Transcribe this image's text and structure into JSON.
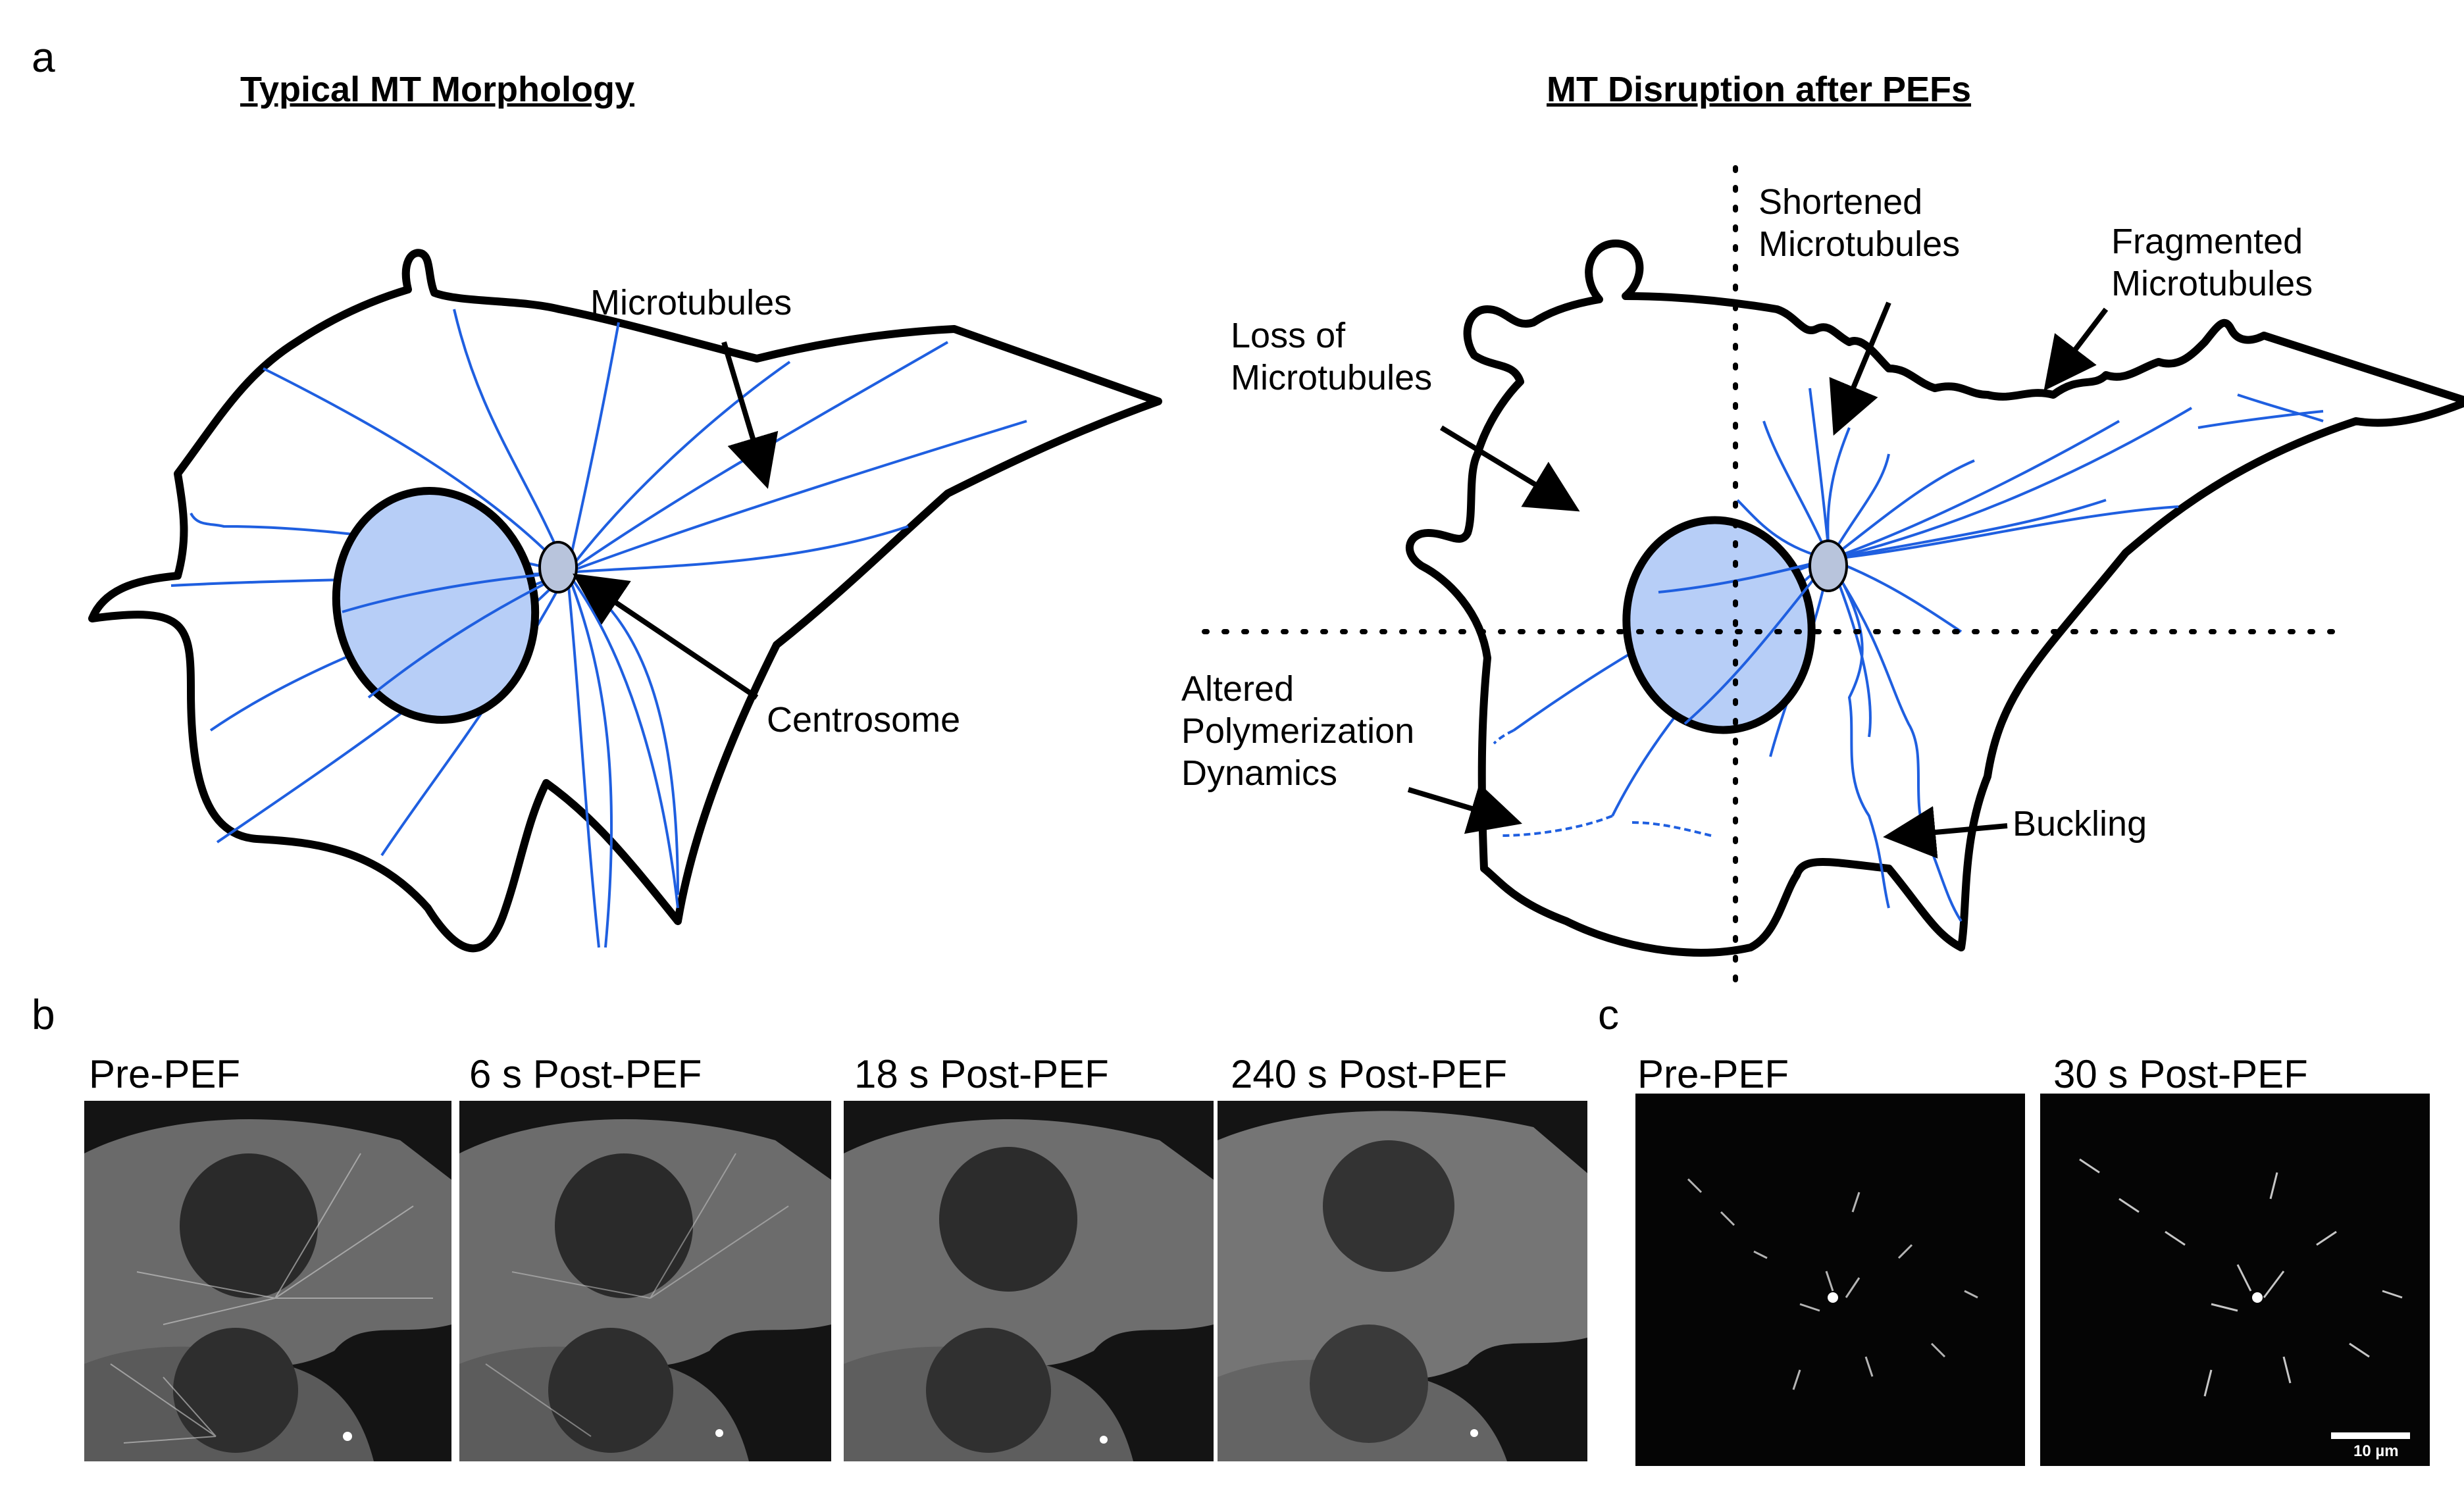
{
  "panels": {
    "a": {
      "letter": "a",
      "left_title": "Typical MT Morphology",
      "right_title": "MT Disruption after PEFs",
      "left_labels": {
        "microtubules": "Microtubules",
        "centrosome": "Centrosome"
      },
      "right_labels": {
        "shortened": [
          "Shortened",
          "Microtubules"
        ],
        "fragmented": [
          "Fragmented",
          "Microtubules"
        ],
        "loss": [
          "Loss of",
          "Microtubules"
        ],
        "altered": [
          "Altered",
          "Polymerization",
          "Dynamics"
        ],
        "buckling": "Buckling"
      }
    },
    "b": {
      "letter": "b",
      "images": [
        "Pre-PEF",
        "6 s Post-PEF",
        "18 s Post-PEF",
        "240 s Post-PEF"
      ]
    },
    "c": {
      "letter": "c",
      "images": [
        "Pre-PEF",
        "30 s Post-PEF"
      ],
      "scale_bar": "10 µm"
    }
  },
  "colors": {
    "outline": "#000000",
    "microtubule": "#1f5fe0",
    "nucleus": "#b7cef7",
    "centrosome": "#b8c4dc",
    "micrograph_bg": "#141414"
  }
}
